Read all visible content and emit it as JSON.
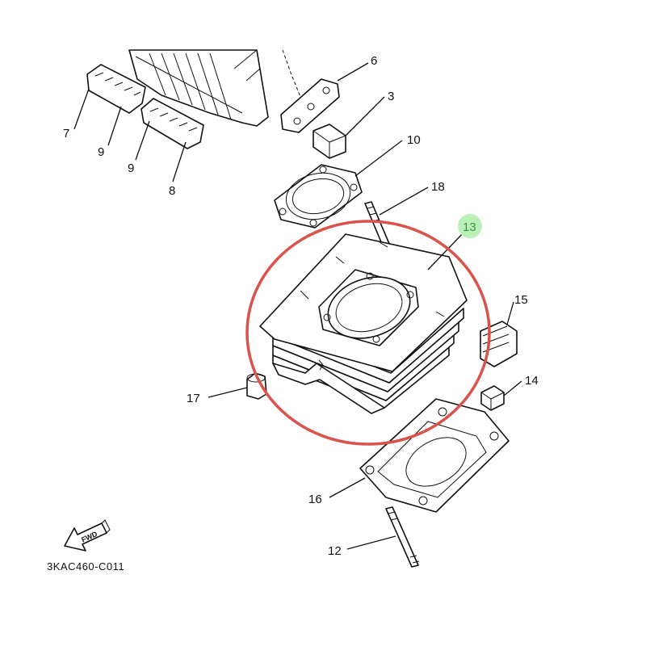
{
  "diagram_code": "3KAC460-C011",
  "direction_marker": "FWD",
  "highlight_color": "#d9534a",
  "highlight_badge_color": "#bdf0b8",
  "callouts": {
    "p3": "3",
    "p6": "6",
    "p7": "7",
    "p8": "8",
    "p9a": "9",
    "p9b": "9",
    "p10": "10",
    "p12": "12",
    "p13": "13",
    "p14": "14",
    "p15": "15",
    "p16": "16",
    "p17": "17",
    "p18": "18"
  },
  "highlighted_part": "13"
}
